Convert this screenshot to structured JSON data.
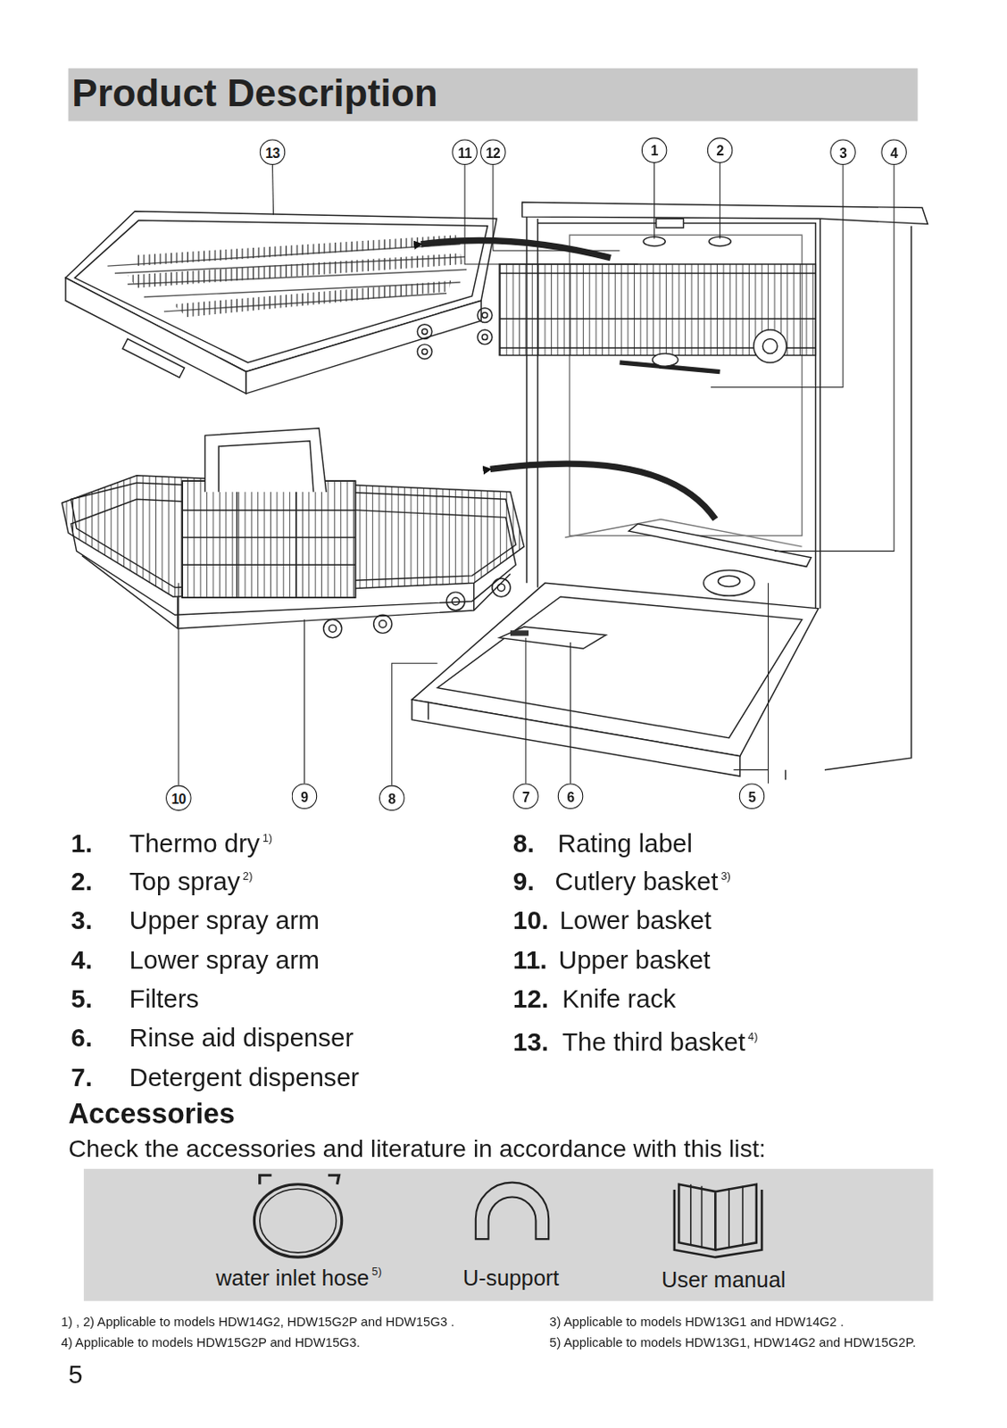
{
  "diagram": {
    "title": "Product Description",
    "nodes": [
      {
        "text": [
          "13"
        ]
      },
      {
        "text": [
          "11"
        ]
      },
      {
        "text": [
          "12"
        ]
      },
      {
        "text": [
          "1"
        ]
      },
      {
        "text": [
          "2"
        ]
      },
      {
        "text": [
          "3"
        ]
      },
      {
        "text": [
          "4"
        ]
      },
      {
        "text": [
          "10"
        ]
      },
      {
        "text": [
          "9"
        ]
      },
      {
        "text": [
          "8"
        ]
      },
      {
        "text": [
          "7"
        ]
      },
      {
        "text": [
          "6"
        ]
      },
      {
        "text": [
          "5"
        ]
      },
      {
        "text": [
          "water inlet hose",
          "5)",
          "U-support",
          "User manual"
        ]
      }
    ],
    "labels": [
      "1.",
      "Thermo dry",
      "1)",
      "2.",
      "Top spray",
      "2)",
      "3.",
      "Upper spray arm",
      "4.",
      "Lower spray arm",
      "5.",
      "Filters",
      "6.",
      "Rinse aid dispenser",
      "7.",
      "Detergent dispenser",
      "8.",
      "Rating label",
      "9.",
      "Cutlery basket",
      "3)",
      "10.",
      "Lower basket",
      "11.",
      "Upper basket",
      "12.",
      "Knife rack",
      "13.",
      "The third basket",
      "4)",
      "Accessories",
      "Check the accessories and literature in accordance with this list:",
      "1) , 2) Applicable to models HDW14G2, HDW15G2P and HDW15G3 .",
      "3) Applicable to models HDW13G1 and HDW14G2 .",
      "4) Applicable to models HDW15G2P and HDW15G3.",
      "5) Applicable to models HDW13G1, HDW14G2 and HDW15G2P.",
      "5"
    ]
  }
}
